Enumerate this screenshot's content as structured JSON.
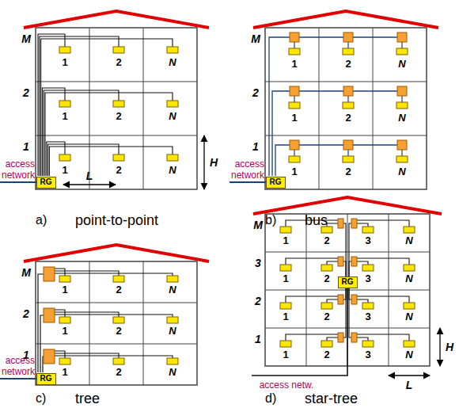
{
  "diagram": {
    "nodes": [
      {
        "text": [
          "RG"
        ]
      },
      {
        "text": [
          "RG"
        ]
      },
      {
        "text": [
          "RG"
        ]
      },
      {
        "text": [
          "RG"
        ]
      }
    ],
    "labels": [
      "M",
      "2",
      "1",
      "1",
      "2",
      "N",
      "1",
      "2",
      "N",
      "1",
      "2",
      "N",
      "access network",
      "L",
      "H",
      "a)",
      "point-to-point",
      "M",
      "2",
      "1",
      "1",
      "2",
      "N",
      "1",
      "2",
      "N",
      "1",
      "2",
      "N",
      "access network",
      "b)",
      "bus",
      "M",
      "2",
      "1",
      "1",
      "2",
      "N",
      "1",
      "2",
      "N",
      "1",
      "2",
      "N",
      "access network",
      "c)",
      "tree",
      "M",
      "3",
      "2",
      "1",
      "1",
      "2",
      "3",
      "N",
      "1",
      "2",
      "3",
      "N",
      "1",
      "2",
      "3",
      "N",
      "1",
      "2",
      "3",
      "N",
      "access netw.",
      "L",
      "H",
      "d)",
      "star-tree"
    ]
  }
}
